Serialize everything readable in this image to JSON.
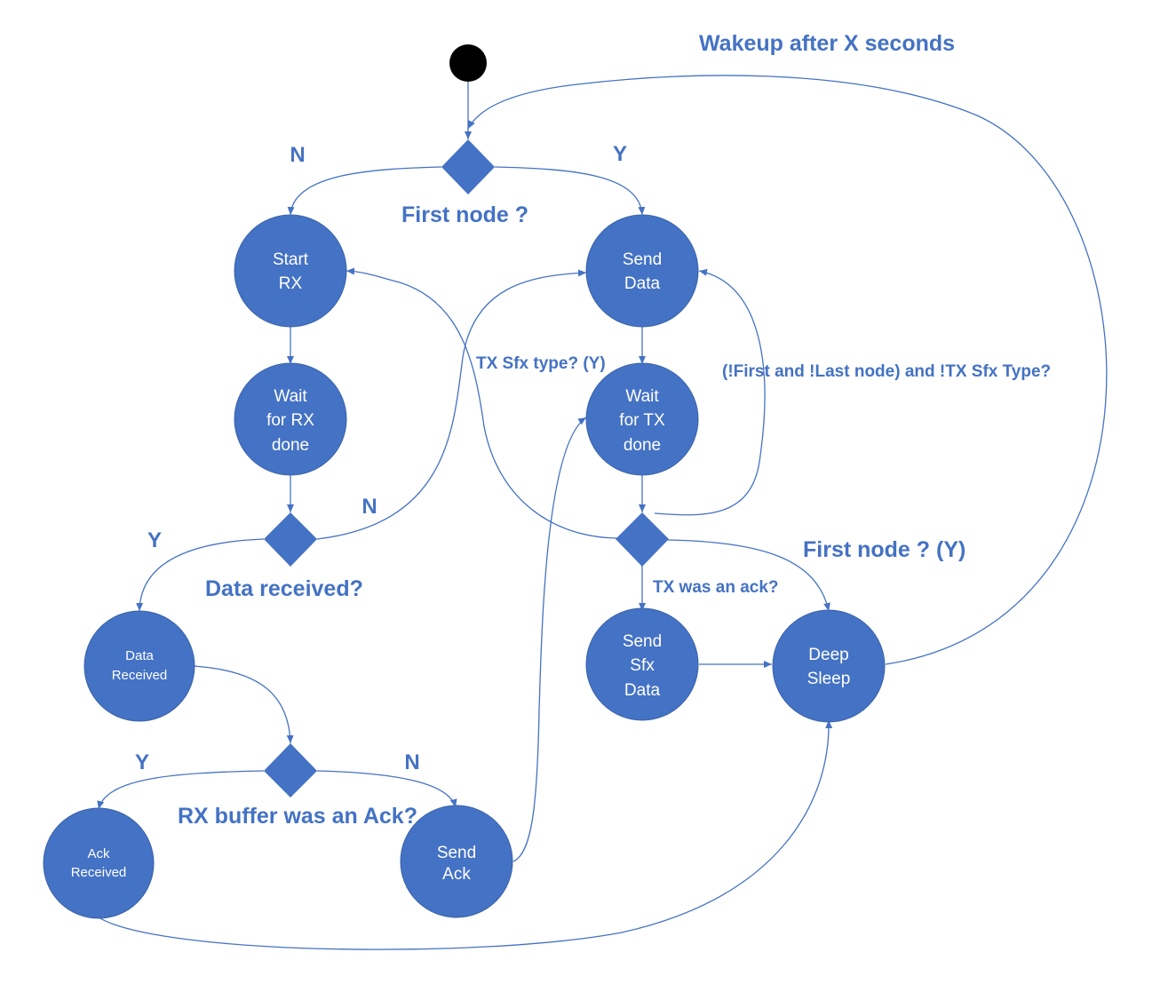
{
  "colors": {
    "primary": "#4472c4",
    "node_text": "#ffffff",
    "start_dot": "#000000"
  },
  "nodes": {
    "start_rx": [
      "Start",
      "RX"
    ],
    "send_data": [
      "Send",
      "Data"
    ],
    "wait_rx": [
      "Wait",
      "for RX",
      "done"
    ],
    "wait_tx": [
      "Wait",
      "for TX",
      "done"
    ],
    "data_received": [
      "Data",
      "Received"
    ],
    "send_sfx_data": [
      "Send",
      "Sfx",
      "Data"
    ],
    "deep_sleep": [
      "Deep",
      "Sleep"
    ],
    "ack_received": [
      "Ack",
      "Received"
    ],
    "send_ack": [
      "Send",
      "Ack"
    ]
  },
  "decisions": {
    "first_node": "First node ?",
    "data_received": "Data received?",
    "rx_buffer_ack": "RX buffer was an Ack?",
    "tx_was_ack": "TX was an ack?"
  },
  "edge_labels": {
    "wakeup": "Wakeup after X seconds",
    "first_node_n": "N",
    "first_node_y": "Y",
    "data_received_n": "N",
    "data_received_y": "Y",
    "rx_buffer_y": "Y",
    "rx_buffer_n": "N",
    "tx_sfx_type_y": "TX Sfx type? (Y)",
    "not_first_last": "(!First and !Last node) and !TX Sfx Type?",
    "first_node_y2": "First node ? (Y)"
  }
}
